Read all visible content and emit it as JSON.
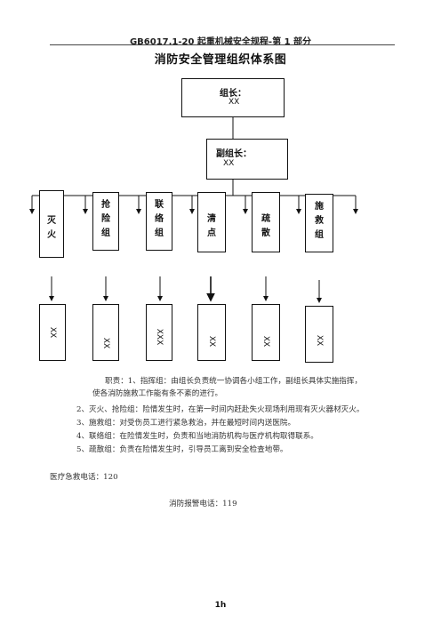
{
  "header": {
    "text": "GB6017.1-20 起重机械安全规程-第 1 部分"
  },
  "title": "消防安全管理组织体系图",
  "org": {
    "leader": {
      "role": "组长：",
      "name": "XX"
    },
    "deputy": {
      "role": "副组长：",
      "name": "XX"
    },
    "groups": [
      {
        "label": "灭火",
        "member": "XX"
      },
      {
        "label": "抢险组",
        "member": "XX"
      },
      {
        "label": "联络组",
        "member": "XXX"
      },
      {
        "label": "清点",
        "member": "XX"
      },
      {
        "label": "疏散",
        "member": "XX"
      },
      {
        "label": "施救组",
        "member": "XX"
      }
    ]
  },
  "duties": [
    "职责：1、指挥组：由组长负责统一协调各小组工作，副组长具体实施指挥，",
    "使各消防施救工作能有条不紊的进行。",
    "2、灭火、抢险组：险情发生时，在第一时间内赶赴失火现场利用现有灭火器材灭火。",
    "3、施救组：对受伤员工进行紧急救治，并在最短时间内送医院。",
    "4、联络组：在险情发生时，负责和当地消防机构与医疗机构取得联系。",
    "5、疏散组：负责在险情发生时，引导员工离到安全检查地带。"
  ],
  "phones": {
    "medical": "医疗急救电话：120",
    "fire": "消防报警电话：119"
  },
  "footer": "1h"
}
